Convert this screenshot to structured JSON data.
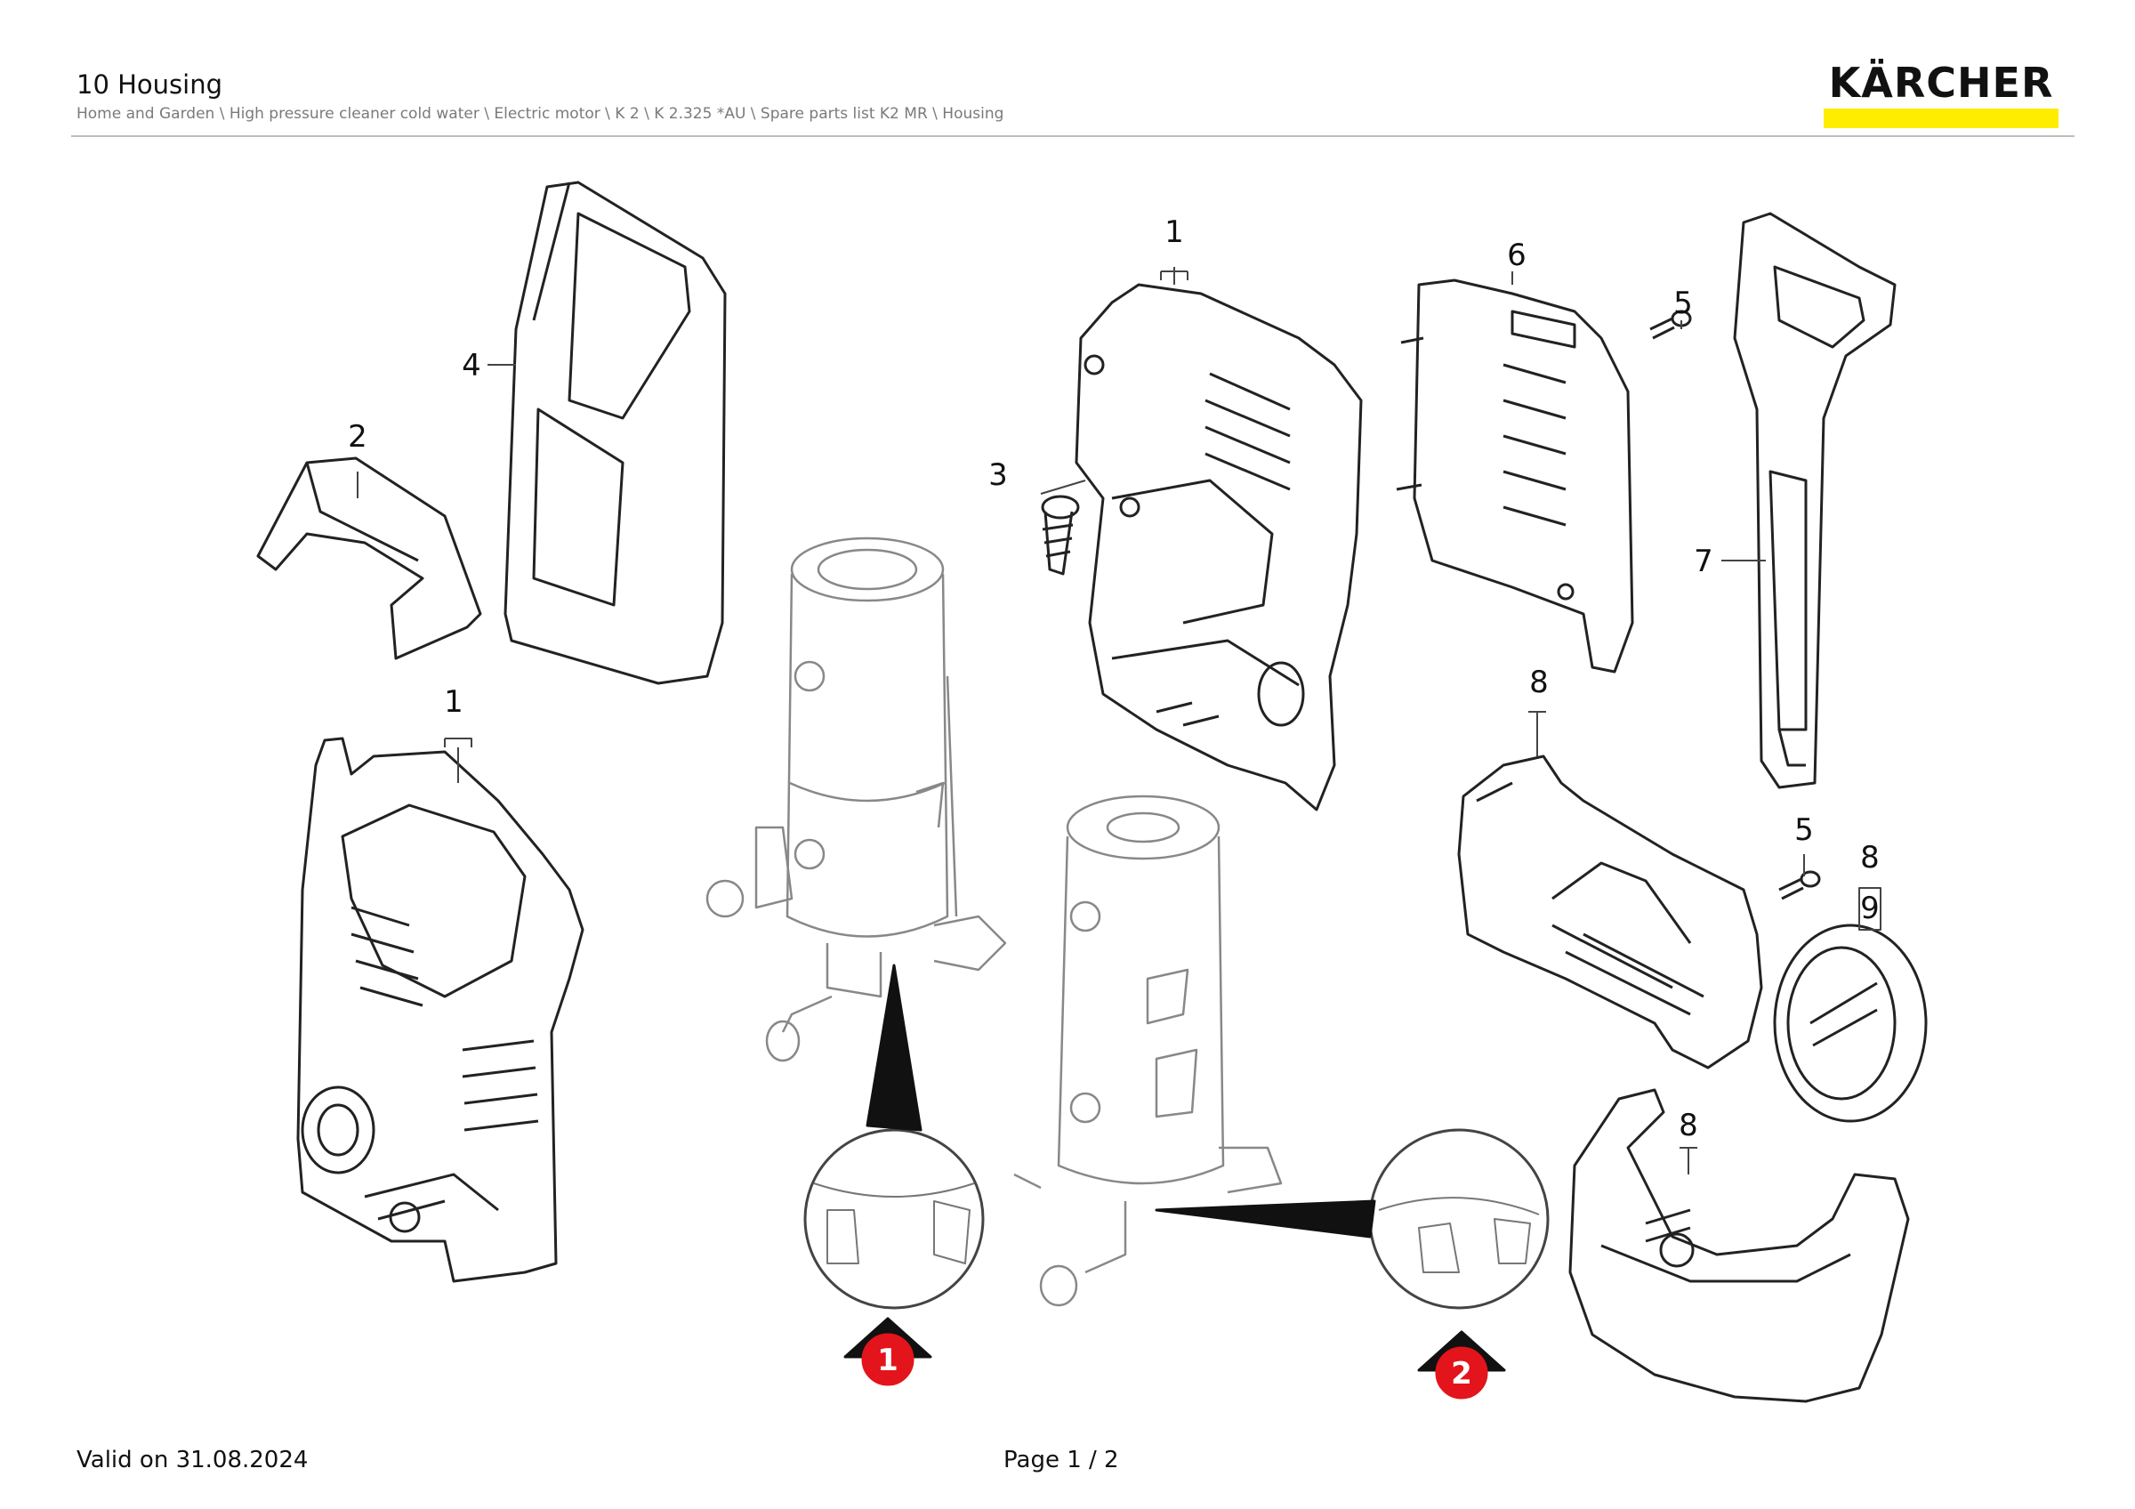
{
  "header": {
    "title": "10 Housing",
    "breadcrumb": "Home and Garden \\ High pressure cleaner cold water \\ Electric motor \\ K 2 \\ K 2.325 *AU \\ Spare parts list K2 MR \\ Housing",
    "logo_text": "KÄRCHER",
    "brand_yellow": "#ffed00"
  },
  "diagram": {
    "callouts": [
      "1",
      "2",
      "3",
      "4",
      "5",
      "6",
      "7",
      "8",
      "9",
      "1",
      "5",
      "8",
      "8"
    ],
    "markers": [
      "1",
      "2"
    ],
    "marker_color": "#e3141b"
  },
  "footer": {
    "valid": "Valid on 31.08.2024",
    "page": "Page 1 / 2"
  }
}
